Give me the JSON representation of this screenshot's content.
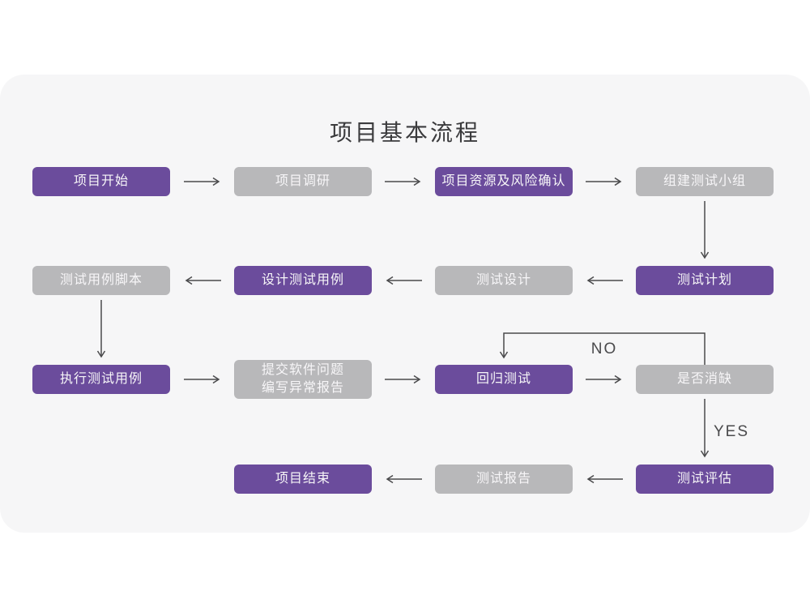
{
  "title": "项目基本流程",
  "colors": {
    "purple": "#6b4c9c",
    "gray": "#b8b8ba",
    "card_bg": "#f6f6f7",
    "arrow": "#4a4a4c",
    "title_color": "#3b3b3d",
    "node_text": "#f7f6f8"
  },
  "nodes": {
    "start": {
      "label": "项目开始",
      "color": "purple"
    },
    "research": {
      "label": "项目调研",
      "color": "gray"
    },
    "risk": {
      "label": "项目资源及风险确认",
      "color": "purple"
    },
    "team": {
      "label": "组建测试小组",
      "color": "gray"
    },
    "scripts": {
      "label": "测试用例脚本",
      "color": "gray"
    },
    "design_cases": {
      "label": "设计测试用例",
      "color": "purple"
    },
    "test_design": {
      "label": "测试设计",
      "color": "gray"
    },
    "plan": {
      "label": "测试计划",
      "color": "purple"
    },
    "execute": {
      "label": "执行测试用例",
      "color": "purple"
    },
    "submit": {
      "label_line1": "提交软件问题",
      "label_line2": "编写异常报告",
      "color": "gray"
    },
    "regression": {
      "label": "回归测试",
      "color": "purple"
    },
    "defect_check": {
      "label": "是否消缺",
      "color": "gray"
    },
    "end": {
      "label": "项目结束",
      "color": "purple"
    },
    "report": {
      "label": "测试报告",
      "color": "gray"
    },
    "evaluate": {
      "label": "测试评估",
      "color": "purple"
    }
  },
  "edge_labels": {
    "no": "NO",
    "yes": "YES"
  },
  "edges": [
    {
      "from": "start",
      "to": "research"
    },
    {
      "from": "research",
      "to": "risk"
    },
    {
      "from": "risk",
      "to": "team"
    },
    {
      "from": "team",
      "to": "plan"
    },
    {
      "from": "plan",
      "to": "test_design"
    },
    {
      "from": "test_design",
      "to": "design_cases"
    },
    {
      "from": "design_cases",
      "to": "scripts"
    },
    {
      "from": "scripts",
      "to": "execute"
    },
    {
      "from": "execute",
      "to": "submit"
    },
    {
      "from": "submit",
      "to": "regression"
    },
    {
      "from": "regression",
      "to": "defect_check"
    },
    {
      "from": "defect_check",
      "to": "regression",
      "label": "NO"
    },
    {
      "from": "defect_check",
      "to": "evaluate",
      "label": "YES"
    },
    {
      "from": "evaluate",
      "to": "report"
    },
    {
      "from": "report",
      "to": "end"
    }
  ]
}
